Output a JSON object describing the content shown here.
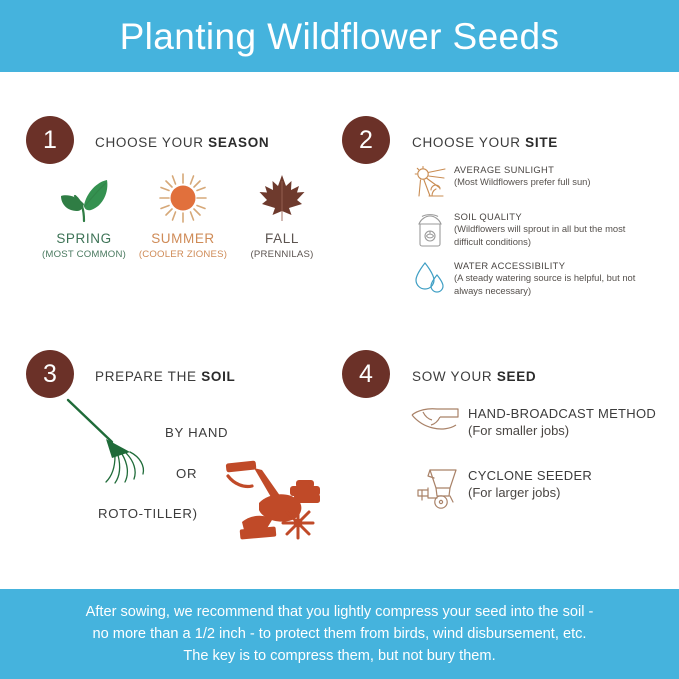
{
  "header": {
    "title": "Planting Wildflower Seeds",
    "bg_color": "#45b3dd",
    "text_color": "#ffffff"
  },
  "theme": {
    "accent_blue": "#45b3dd",
    "circle_brown": "#6b3128",
    "green": "#2f7d44",
    "orange": "#e1703c",
    "tan": "#d0a06a",
    "teal": "#3f9fc4",
    "gray": "#8d8d8d"
  },
  "sections": [
    {
      "number": "1",
      "heading_prefix": "CHOOSE YOUR ",
      "heading_strong": "SEASON",
      "seasons": [
        {
          "icon": "leaves-icon",
          "name": "SPRING",
          "note": "(MOST COMMON)"
        },
        {
          "icon": "sun-icon",
          "name": "SUMMER",
          "note": "(COOLER ZIONES)"
        },
        {
          "icon": "maple-leaf-icon",
          "name": "FALL",
          "note": "(PRENNILAS)"
        }
      ]
    },
    {
      "number": "2",
      "heading_prefix": "CHOOSE YOUR ",
      "heading_strong": "SITE",
      "items": [
        {
          "icon": "sun-plant-icon",
          "title": "AVERAGE SUNLIGHT",
          "desc_line1": "(Most Wildflowers prefer full sun)",
          "desc_line2": ""
        },
        {
          "icon": "soil-bag-icon",
          "title": "SOIL QUALITY",
          "desc_line1": "(Wildflowers will sprout in all but the most",
          "desc_line2": "difficult conditions)"
        },
        {
          "icon": "water-drop-icon",
          "title": "WATER ACCESSIBILITY",
          "desc_line1": "(A steady watering source is helpful, but not",
          "desc_line2": "always necessary)"
        }
      ]
    },
    {
      "number": "3",
      "heading_prefix": "PREPARE THE ",
      "heading_strong": "SOIL",
      "words": {
        "by_hand": "BY HAND",
        "or": "OR",
        "roto_tiller": "ROTO-TILLER)"
      },
      "icons": [
        "rake-icon",
        "roto-tiller-icon"
      ]
    },
    {
      "number": "4",
      "heading_prefix": "SOW YOUR ",
      "heading_strong": "SEED",
      "items": [
        {
          "icon": "open-hand-icon",
          "title": "HAND-BROADCAST METHOD",
          "desc": "(For smaller jobs)"
        },
        {
          "icon": "cyclone-seeder-icon",
          "title": "CYCLONE SEEDER",
          "desc": "(For larger jobs)"
        }
      ]
    }
  ],
  "footer": {
    "line1": "After sowing, we recommend that you lightly compress your seed into the soil -",
    "line2": "no more than a 1/2 inch - to protect them from birds, wind disbursement, etc.",
    "line3": "The key is to compress them, but not bury them."
  }
}
